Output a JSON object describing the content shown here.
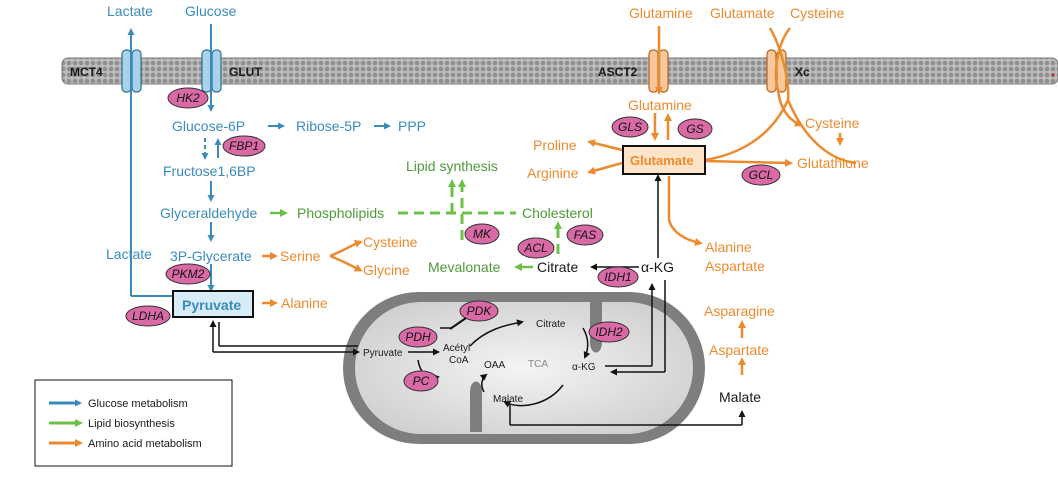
{
  "colors": {
    "glucose": "#3a8bbd",
    "lipid": "#6cc04a",
    "amino": "#ec8a2e",
    "enzyme_fill": "#d96aa6",
    "membrane": "#9a9a9a"
  },
  "membrane": {
    "transporters": [
      "MCT4",
      "GLUT",
      "ASCT2",
      "Xc"
    ]
  },
  "glucose_path": {
    "lactate_out": "Lactate",
    "glucose_out": "Glucose",
    "glucose6p": "Glucose-6P",
    "ribose5p": "Ribose-5P",
    "ppp": "PPP",
    "fructose": "Fructose1,6BP",
    "glyceraldehyde": "Glyceraldehyde",
    "lactate_in": "Lactate",
    "glycerate": "3P-Glycerate",
    "pyruvate": "Pyruvate"
  },
  "lipid_path": {
    "lipid_synthesis": "Lipid synthesis",
    "phospholipids": "Phospholipids",
    "cholesterol": "Cholesterol",
    "mevalonate": "Mevalonate"
  },
  "amino_path": {
    "glutamine_out": "Glutamine",
    "glutamate_out": "Glutamate",
    "cysteine_out": "Cysteine",
    "glutamine_in": "Glutamine",
    "proline": "Proline",
    "arginine": "Arginine",
    "glutamate": "Glutamate",
    "cysteine_in": "Cysteine",
    "glutathione": "Glutathione",
    "serine": "Serine",
    "cysteine_ser": "Cysteine",
    "glycine": "Glycine",
    "alanine_pyr": "Alanine",
    "alanine": "Alanine",
    "aspartate": "Aspartate",
    "asparagine": "Asparagine",
    "aspartate2": "Aspartate"
  },
  "other_metabolites": {
    "citrate": "Citrate",
    "akg": "α-KG",
    "malate": "Malate"
  },
  "mito": {
    "pyruvate": "Pyruvate",
    "acetyl_coa": "Acétyl\nCoA",
    "citrate": "Citrate",
    "tca": "TCA",
    "oaa": "OAA",
    "akg": "α-KG",
    "malate": "Malate"
  },
  "enzymes": {
    "hk2": "HK2",
    "fbp1": "FBP1",
    "pkm2": "PKM2",
    "ldha": "LDHA",
    "gls": "GLS",
    "gs": "GS",
    "gcl": "GCL",
    "mk": "MK",
    "acl": "ACL",
    "fas": "FAS",
    "idh1": "IDH1",
    "pdk": "PDK",
    "pdh": "PDH",
    "pc": "PC",
    "idh2": "IDH2"
  },
  "legend": {
    "items": [
      {
        "label": "Glucose metabolism",
        "color": "#3a8bbd"
      },
      {
        "label": "Lipid biosynthesis",
        "color": "#6cc04a"
      },
      {
        "label": "Amino acid metabolism",
        "color": "#ec8a2e"
      }
    ]
  }
}
